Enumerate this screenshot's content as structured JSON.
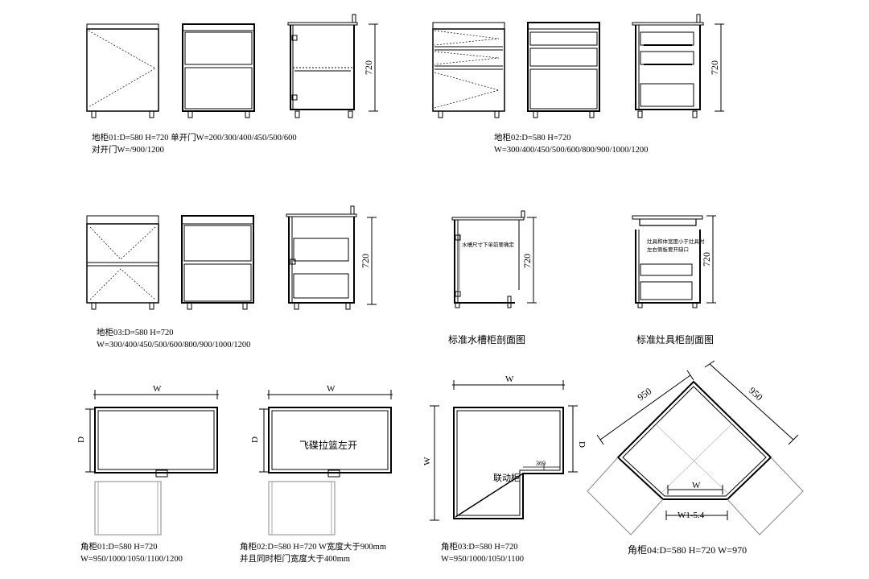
{
  "dims": {
    "h720": "720",
    "w": "W",
    "d": "D",
    "c950": "950",
    "c369": "369",
    "w154": "W1-5.4"
  },
  "labels": {
    "sink_note": "水槽尺寸下单前要确定",
    "stove_note_1": "灶具和体宽度小于灶具时",
    "stove_note_2": "左右侧板要开缺口",
    "ufo_basket": "飞碟拉篮左开",
    "linked": "联动柜"
  },
  "captions": {
    "base01_l1": "地柜01:D=580 H=720 单开门W=200/300/400/450/500/600",
    "base01_l2": "对开门W=/900/1200",
    "base02_l1": "地柜02:D=580 H=720",
    "base02_l2": "W=300/400/450/500/600/800/900/1000/1200",
    "base03_l1": "地柜03:D=580 H=720",
    "base03_l2": "W=300/400/450/500/600/800/900/1000/1200",
    "sink_title": "标准水槽柜剖面图",
    "stove_title": "标准灶具柜剖面图",
    "corner01_l1": "角柜01:D=580 H=720",
    "corner01_l2": "W=950/1000/1050/1100/1200",
    "corner02_l1": "角柜02:D=580 H=720  W宽度大于900mm",
    "corner02_l2": "并且同时柜门宽度大于400mm",
    "corner03_l1": "角柜03:D=580 H=720",
    "corner03_l2": "W=950/1000/1050/1100",
    "corner04_l1": "角柜04:D=580 H=720  W=970"
  }
}
